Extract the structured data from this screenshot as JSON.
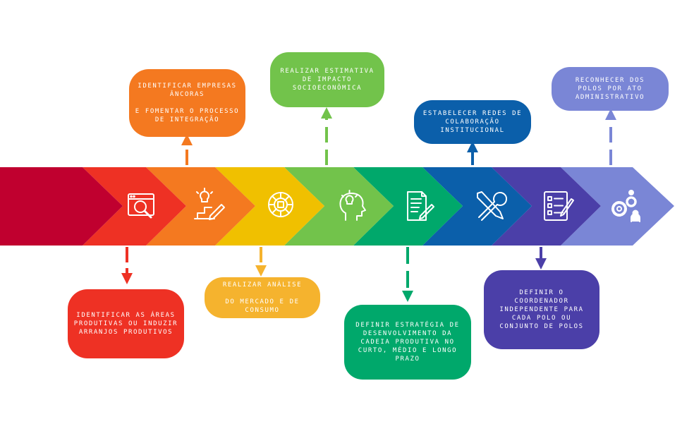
{
  "colors": {
    "red_dark": "#C0002F",
    "red": "#EE3124",
    "orange": "#F47920",
    "yellow": "#F0C000",
    "amber": "#F5B32E",
    "light_green": "#72C34B",
    "green": "#00A86B",
    "blue": "#0B5FAA",
    "indigo": "#4B3FA8",
    "periwinkle": "#7A86D6"
  },
  "chevrons": [
    {
      "color": "#C0002F",
      "icon": null
    },
    {
      "color": "#EE3124",
      "icon": "search-window-icon"
    },
    {
      "color": "#F47920",
      "icon": "idea-stairs-icon"
    },
    {
      "color": "#F0C000",
      "icon": "market-brain-icon"
    },
    {
      "color": "#72C34B",
      "icon": "idea-head-icon"
    },
    {
      "color": "#00A86B",
      "icon": "document-edit-icon"
    },
    {
      "color": "#0B5FAA",
      "icon": "tools-icon"
    },
    {
      "color": "#4B3FA8",
      "icon": "checklist-icon"
    },
    {
      "color": "#7A86D6",
      "icon": "gears-people-icon"
    }
  ],
  "steps": [
    {
      "text": "IDENTIFICAR AS ÁREAS\nPRODUTIVAS OU INDUZIR\nARRANJOS PRODUTIVOS",
      "color": "#EE3124"
    },
    {
      "text": "IDENTIFICAR EMPRESAS\nÂNCORAS\n\nE FOMENTAR O PROCESSO\nDE INTEGRAÇÃO",
      "color": "#F47920"
    },
    {
      "text": "REALIZAR ANÁLISE\n\nDO MERCADO E DE\nCONSUMO",
      "color": "#F5B32E"
    },
    {
      "text": "REALIZAR ESTIMATIVA\nDE IMPACTO\nSOCIOECONÔMICA",
      "color": "#72C34B"
    },
    {
      "text": "DEFINIR ESTRATÉGIA DE\nDESENVOLVIMENTO DA\nCADEIA PRODUTIVA NO\nCURTO, MÉDIO E LONGO\nPRAZO",
      "color": "#00A86B"
    },
    {
      "text": "ESTABELECER REDES DE\nCOLABORAÇÃO\nINSTITUCIONAL",
      "color": "#0B5FAA"
    },
    {
      "text": "DEFINIR O\nCOORDENADOR\nINDEPENDENTE PARA\nCADA POLO OU\nCONJUNTO DE POLOS",
      "color": "#4B3FA8"
    },
    {
      "text": "RECONHECER DOS\nPOLOS POR ATO\nADMINISTRATIVO",
      "color": "#7A86D6"
    }
  ]
}
